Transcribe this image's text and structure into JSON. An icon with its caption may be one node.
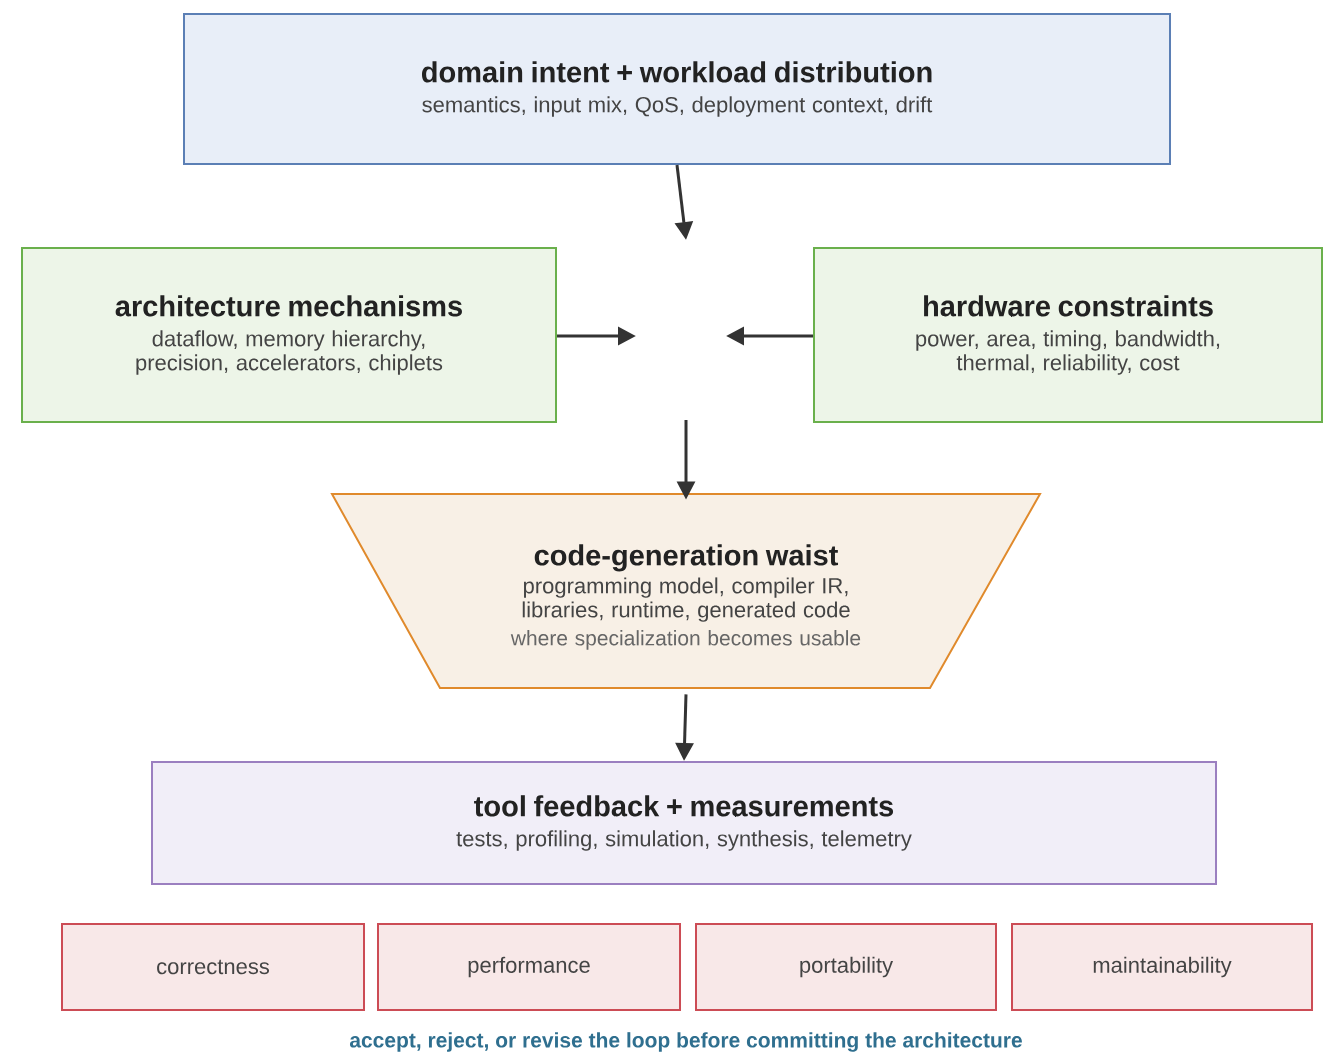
{
  "diagram": {
    "caption": "accept, reject, or revise the loop before committing the architecture",
    "nodes": [
      {
        "text": [
          "domain intent + workload distribution",
          "semantics, input mix, QoS, deployment context, drift"
        ]
      },
      {
        "text": [
          "architecture mechanisms",
          "dataflow, memory hierarchy, precision, accelerators, chiplets"
        ]
      },
      {
        "text": [
          "hardware constraints",
          "power, area, timing, bandwidth, thermal, reliability, cost"
        ]
      },
      {
        "text": [
          "code-generation waist",
          "programming model, compiler IR, libraries, runtime, generated code",
          "where specialization becomes usable"
        ]
      },
      {
        "text": [
          "tool feedback + measurements",
          "tests, profiling, simulation, synthesis, telemetry"
        ]
      },
      {
        "text": [
          "correctness"
        ]
      },
      {
        "text": [
          "performance"
        ]
      },
      {
        "text": [
          "portability"
        ]
      },
      {
        "text": [
          "maintainability"
        ]
      }
    ],
    "edges": [
      {
        "from": 0,
        "to": null,
        "arrow": "to"
      },
      {
        "from": 1,
        "to": null,
        "arrow": "to"
      },
      {
        "from": 2,
        "to": null,
        "arrow": "to"
      },
      {
        "from": null,
        "to": 3,
        "arrow": "to"
      },
      {
        "from": 3,
        "to": 4,
        "arrow": "to"
      }
    ]
  }
}
